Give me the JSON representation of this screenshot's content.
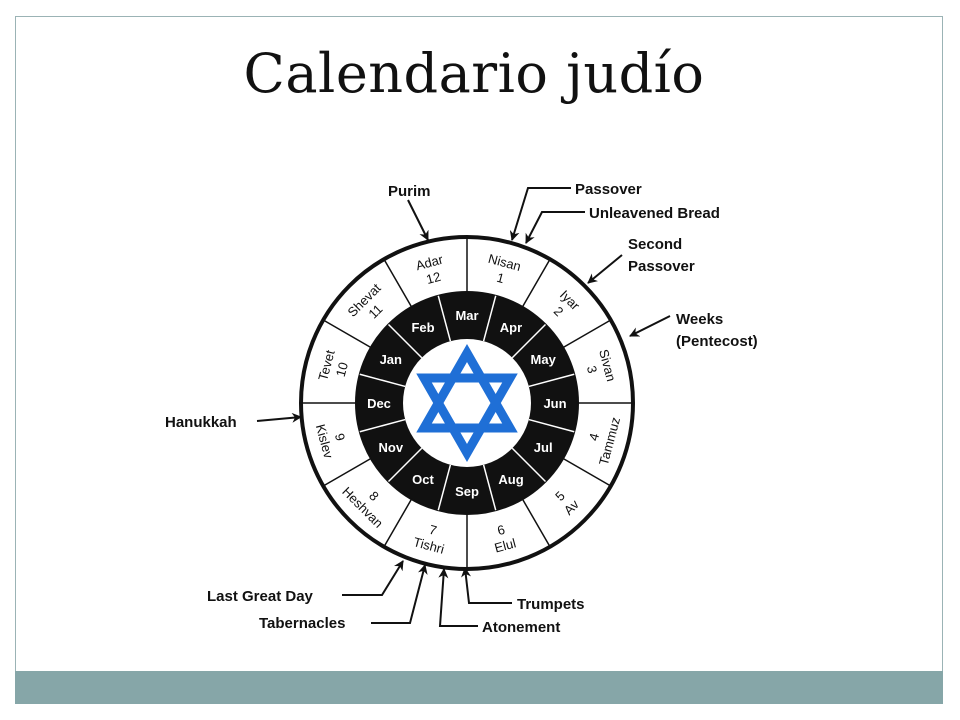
{
  "title": "Calendario judío",
  "diagram": {
    "hebrew_months": [
      {
        "name": "Nisan",
        "number": "1"
      },
      {
        "name": "Iyar",
        "number": "2"
      },
      {
        "name": "Sivan",
        "number": "3"
      },
      {
        "name": "Tammuz",
        "number": "4"
      },
      {
        "name": "Av",
        "number": "5"
      },
      {
        "name": "Elul",
        "number": "6"
      },
      {
        "name": "Tishri",
        "number": "7"
      },
      {
        "name": "Heshvan",
        "number": "8"
      },
      {
        "name": "Kislev",
        "number": "9"
      },
      {
        "name": "Tevet",
        "number": "10"
      },
      {
        "name": "Shevat",
        "number": "11"
      },
      {
        "name": "Adar",
        "number": "12"
      }
    ],
    "gregorian_months": [
      "Apr",
      "May",
      "Jun",
      "Jul",
      "Aug",
      "Sep",
      "Oct",
      "Nov",
      "Dec",
      "Jan",
      "Feb",
      "Mar"
    ],
    "feasts": {
      "purim": "Purim",
      "passover": "Passover",
      "unleavened_bread": "Unleavened Bread",
      "second_passover_1": "Second",
      "second_passover_2": "Passover",
      "weeks_1": "Weeks",
      "weeks_2": "(Pentecost)",
      "hanukkah": "Hanukkah",
      "last_great_day": "Last Great Day",
      "tabernacles": "Tabernacles",
      "trumpets": "Trumpets",
      "atonement": "Atonement"
    },
    "colors": {
      "star": "#1f6fd6",
      "inner_ring": "#111111",
      "outer_ring": "#ffffff",
      "footer": "#86a6a8"
    },
    "center_icon": "star-of-david-icon"
  }
}
